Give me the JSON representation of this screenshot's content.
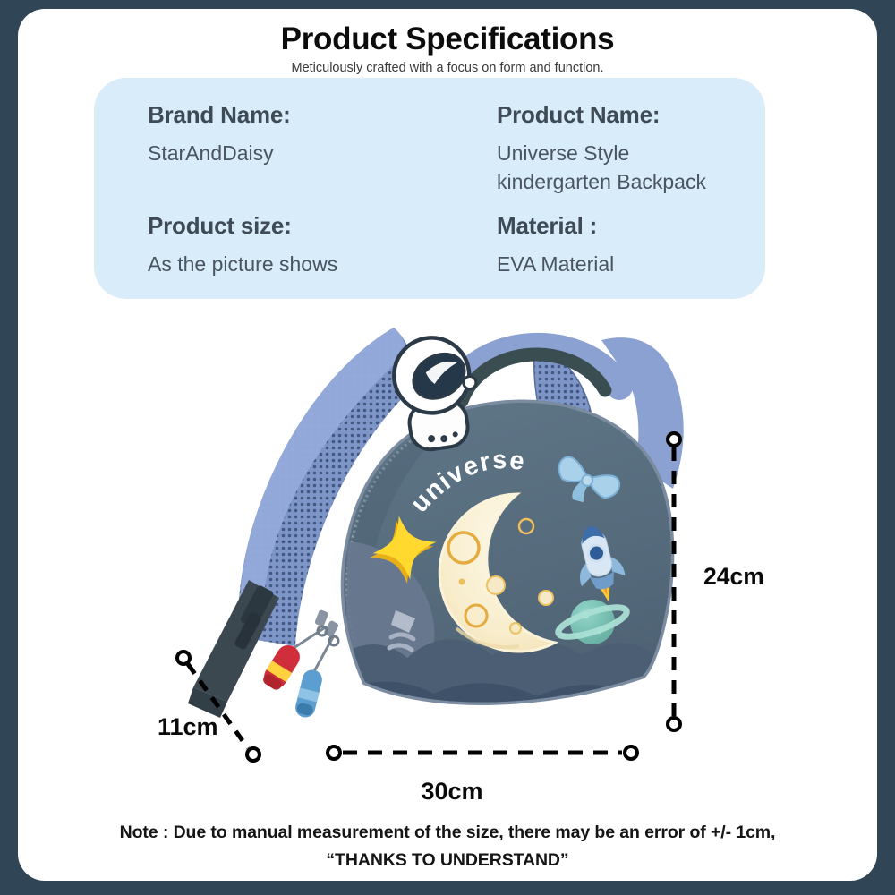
{
  "header": {
    "title": "Product Specifications",
    "subtitle": "Meticulously crafted with a focus on form and function."
  },
  "specs": {
    "fields": [
      {
        "label": "Brand Name:",
        "value": "StarAndDaisy"
      },
      {
        "label": "Product Name:",
        "value": "Universe Style kindergarten Backpack"
      },
      {
        "label": "Product size:",
        "value": "As the picture shows"
      },
      {
        "label": "Material :",
        "value": "EVA Material"
      }
    ]
  },
  "product_image": {
    "subject": "universe style kids backpack",
    "print_text": "universe",
    "charm": "astronaut",
    "motifs": [
      "star",
      "moon",
      "bow",
      "rocket",
      "saturn",
      "clouds"
    ],
    "colors": {
      "shell": "#55707f",
      "straps": "#8ba1d1",
      "moon": "#f6e8c4",
      "star": "#ffd92e",
      "handle_grip": "#3a4e52"
    }
  },
  "dimensions": {
    "height": "24cm",
    "depth": "11cm",
    "width": "30cm"
  },
  "note": {
    "line1": "Note : Due to manual measurement of the size, there may be an error of +/- 1cm,",
    "line2": "“THANKS TO UNDERSTAND”"
  },
  "palette": {
    "frame": "#304656",
    "page": "#ffffff",
    "spec_box": "#d8edf9",
    "label_text": "#3e4a55",
    "value_text": "#4a5561",
    "dimension_lines": "#000000"
  }
}
